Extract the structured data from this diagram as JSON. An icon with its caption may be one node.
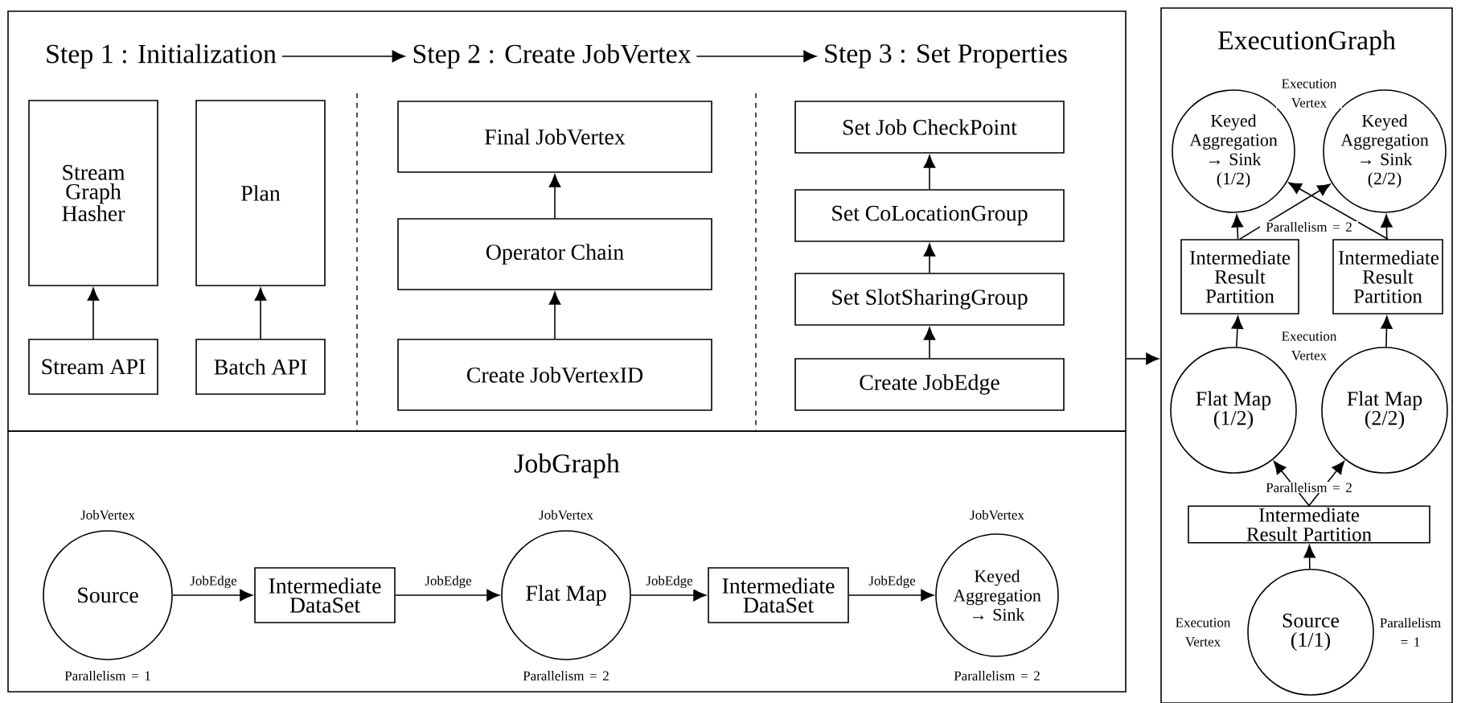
{
  "diagram": {
    "nodes": [
      {
        "text": [],
        "shape": "box"
      },
      {
        "text": [
          "Step 1 : Initialization"
        ],
        "in": 0
      },
      {
        "text": [
          "Stream Graph Hasher"
        ],
        "in": 0
      },
      {
        "text": [
          "Plan"
        ],
        "in": 0
      },
      {
        "text": [
          "Stream API"
        ],
        "in": 0
      },
      {
        "text": [
          "Batch API"
        ],
        "in": 0
      },
      {
        "text": [
          "Step 2 : Create JobVertex"
        ],
        "in": 0
      },
      {
        "text": [
          "Final JobVertex"
        ],
        "in": 0
      },
      {
        "text": [
          "Operator Chain"
        ],
        "in": 0
      },
      {
        "text": [
          "Create JobVertexID"
        ],
        "in": 0
      },
      {
        "text": [
          "Step 3 : Set Properties"
        ],
        "in": 0
      },
      {
        "text": [
          "Set Job CheckPoint"
        ],
        "in": 0
      },
      {
        "text": [
          "Set CoLocationGroup"
        ],
        "in": 0
      },
      {
        "text": [
          "Set SlotSharingGroup"
        ],
        "in": 0
      },
      {
        "text": [
          "Create JobEdge"
        ],
        "in": 0
      },
      {
        "text": [
          "JobGraph"
        ]
      },
      {
        "text": [
          "Source"
        ],
        "in": 15,
        "beside": [
          "JobVertex",
          "Parallelism = 1"
        ]
      },
      {
        "text": [
          "Intermediate DataSet"
        ],
        "in": 15
      },
      {
        "text": [
          "Flat Map"
        ],
        "in": 15,
        "beside": [
          "JobVertex",
          "Parallelism = 2"
        ]
      },
      {
        "text": [
          "Intermediate DataSet"
        ],
        "in": 15
      },
      {
        "text": [
          "Keyed Aggregation → Sink"
        ],
        "in": 15,
        "beside": [
          "JobVertex",
          "Parallelism = 2"
        ]
      },
      {
        "text": [
          "ExecutionGraph"
        ]
      },
      {
        "text": [
          "Keyed Aggregation → Sink (1/2)"
        ],
        "in": 21
      },
      {
        "text": [
          "Keyed Aggregation → Sink (2/2)"
        ],
        "in": 21
      },
      {
        "text": [
          "Intermediate Result Partition"
        ],
        "in": 21
      },
      {
        "text": [
          "Intermediate Result Partition"
        ],
        "in": 21
      },
      {
        "text": [
          "Flat Map (1/2)"
        ],
        "in": 21
      },
      {
        "text": [
          "Flat Map (2/2)"
        ],
        "in": 21
      },
      {
        "text": [
          "Intermediate Result Partition"
        ],
        "in": 21
      },
      {
        "text": [
          "Source (1/1)"
        ],
        "in": 21,
        "beside": [
          "Execution Vertex",
          "Parallelism = 1"
        ]
      }
    ],
    "edges": [
      {
        "from": 1,
        "to": 6,
        "arrow": "to"
      },
      {
        "from": 6,
        "to": 10,
        "arrow": "to"
      },
      {
        "from": 4,
        "to": 2,
        "arrow": "to"
      },
      {
        "from": 5,
        "to": 3,
        "arrow": "to"
      },
      {
        "from": 9,
        "to": 8,
        "arrow": "to"
      },
      {
        "from": 8,
        "to": 7,
        "arrow": "to"
      },
      {
        "from": 14,
        "to": 13,
        "arrow": "to"
      },
      {
        "from": 13,
        "to": 12,
        "arrow": "to"
      },
      {
        "from": 12,
        "to": 11,
        "arrow": "to"
      },
      {
        "from": 0,
        "to": 21,
        "arrow": "to"
      },
      {
        "from": 16,
        "to": 17,
        "arrow": "to",
        "label": "JobEdge"
      },
      {
        "from": 17,
        "to": 18,
        "arrow": "to",
        "label": "JobEdge"
      },
      {
        "from": 18,
        "to": 19,
        "arrow": "to",
        "label": "JobEdge"
      },
      {
        "from": 19,
        "to": 20,
        "arrow": "to",
        "label": "JobEdge"
      },
      {
        "from": 29,
        "to": 28,
        "arrow": "to"
      },
      {
        "from": 28,
        "to": 26,
        "arrow": "to"
      },
      {
        "from": 28,
        "to": 27,
        "arrow": "to"
      },
      {
        "from": 26,
        "to": 24,
        "arrow": "to"
      },
      {
        "from": 27,
        "to": 25,
        "arrow": "to"
      },
      {
        "from": 24,
        "to": 22,
        "arrow": "to"
      },
      {
        "from": 24,
        "to": 23,
        "arrow": "to"
      },
      {
        "from": 25,
        "to": 22,
        "arrow": "to"
      },
      {
        "from": 25,
        "to": 23,
        "arrow": "to"
      }
    ],
    "labels": [
      "Execution Vertex",
      "Parallelism = 2",
      "Execution Vertex",
      "Parallelism = 2"
    ]
  }
}
